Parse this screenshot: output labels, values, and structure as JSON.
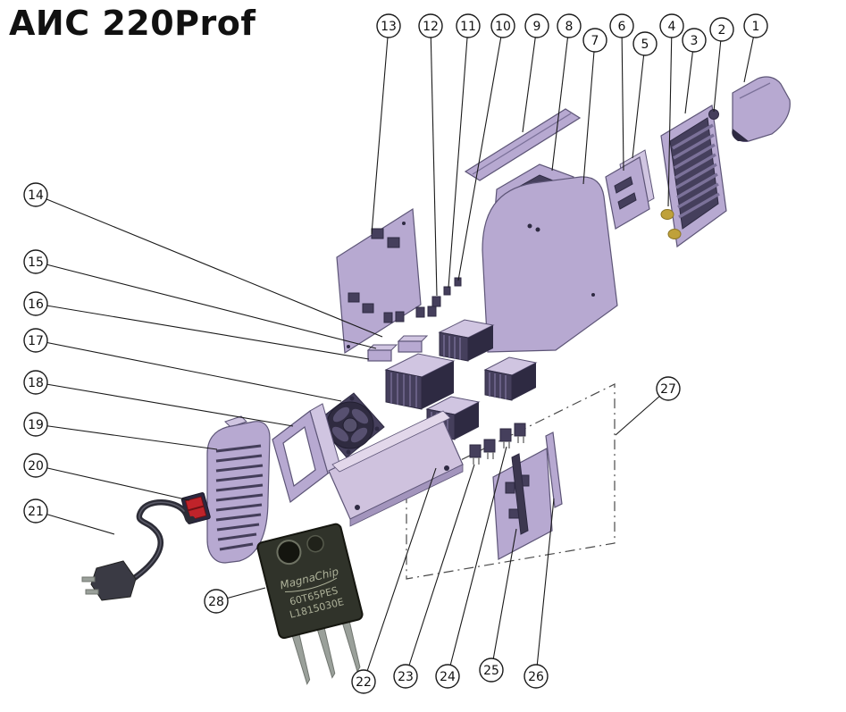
{
  "title": "АИС 220Prof",
  "colors": {
    "lineColor": "#1a1a1a",
    "partFill": "#b7a9d1",
    "partFill2": "#d0c5e1",
    "partStroke": "#5d5577",
    "darkFill": "#453f5c",
    "darkerFill": "#2e2a42",
    "finColor": "#7b7199",
    "plateFill": "#cfc2de",
    "switchRed": "#c0232a",
    "connectorGold": "#bfa13a",
    "igbtBody": "#30332a",
    "igbtText": "#adb199",
    "pinColor": "#9aa09a",
    "cableColor": "#2c2c36"
  },
  "diagram": {
    "callouts": [
      {
        "label": "1"
      },
      {
        "label": "2"
      },
      {
        "label": "3"
      },
      {
        "label": "4"
      },
      {
        "label": "5"
      },
      {
        "label": "6"
      },
      {
        "label": "7"
      },
      {
        "label": "8"
      },
      {
        "label": "9"
      },
      {
        "label": "10"
      },
      {
        "label": "11"
      },
      {
        "label": "12"
      },
      {
        "label": "13"
      },
      {
        "label": "14"
      },
      {
        "label": "15"
      },
      {
        "label": "16"
      },
      {
        "label": "17"
      },
      {
        "label": "18"
      },
      {
        "label": "19"
      },
      {
        "label": "20"
      },
      {
        "label": "21"
      },
      {
        "label": "22"
      },
      {
        "label": "23"
      },
      {
        "label": "24"
      },
      {
        "label": "25"
      },
      {
        "label": "26"
      },
      {
        "label": "27"
      },
      {
        "label": "28"
      }
    ],
    "igbt": {
      "brand": "MagnaChip",
      "model": "60T65PES",
      "lot": "L1815030E"
    }
  }
}
